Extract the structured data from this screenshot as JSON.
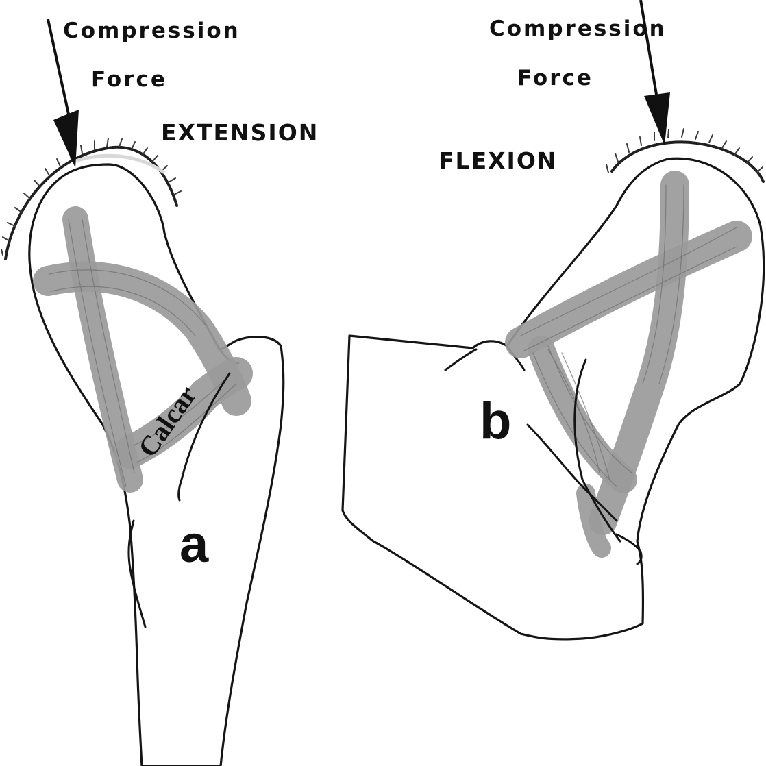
{
  "left_panel": {
    "force_label_line1": "Compression",
    "force_label_line2": "Force",
    "mode_label": "EXTENSION",
    "panel_letter": "a",
    "region_label": "Calcar"
  },
  "right_panel": {
    "force_label_line1": "Compression",
    "force_label_line2": "Force",
    "mode_label": "FLEXION",
    "panel_letter": "b"
  },
  "colors": {
    "outline": "#151515",
    "trabecular_band": "#9a9a9a",
    "background": "#ffffff"
  }
}
